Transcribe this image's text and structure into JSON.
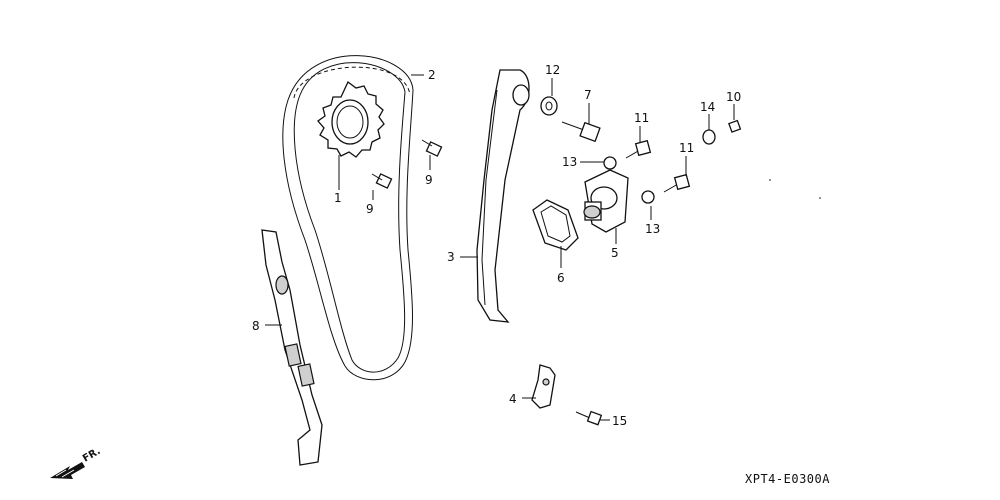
{
  "diagram": {
    "catalog_code": "XPT4-E0300A",
    "orientation_label": "FR.",
    "callouts": [
      {
        "id": "1",
        "text": "1"
      },
      {
        "id": "2",
        "text": "2"
      },
      {
        "id": "3",
        "text": "3"
      },
      {
        "id": "4",
        "text": "4"
      },
      {
        "id": "5",
        "text": "5"
      },
      {
        "id": "6",
        "text": "6"
      },
      {
        "id": "7",
        "text": "7"
      },
      {
        "id": "8",
        "text": "8"
      },
      {
        "id": "9a",
        "text": "9"
      },
      {
        "id": "9b",
        "text": "9"
      },
      {
        "id": "10",
        "text": "10"
      },
      {
        "id": "11a",
        "text": "11"
      },
      {
        "id": "11b",
        "text": "11"
      },
      {
        "id": "12",
        "text": "12"
      },
      {
        "id": "13a",
        "text": "13"
      },
      {
        "id": "13b",
        "text": "13"
      },
      {
        "id": "14",
        "text": "14"
      },
      {
        "id": "15",
        "text": "15"
      }
    ]
  }
}
